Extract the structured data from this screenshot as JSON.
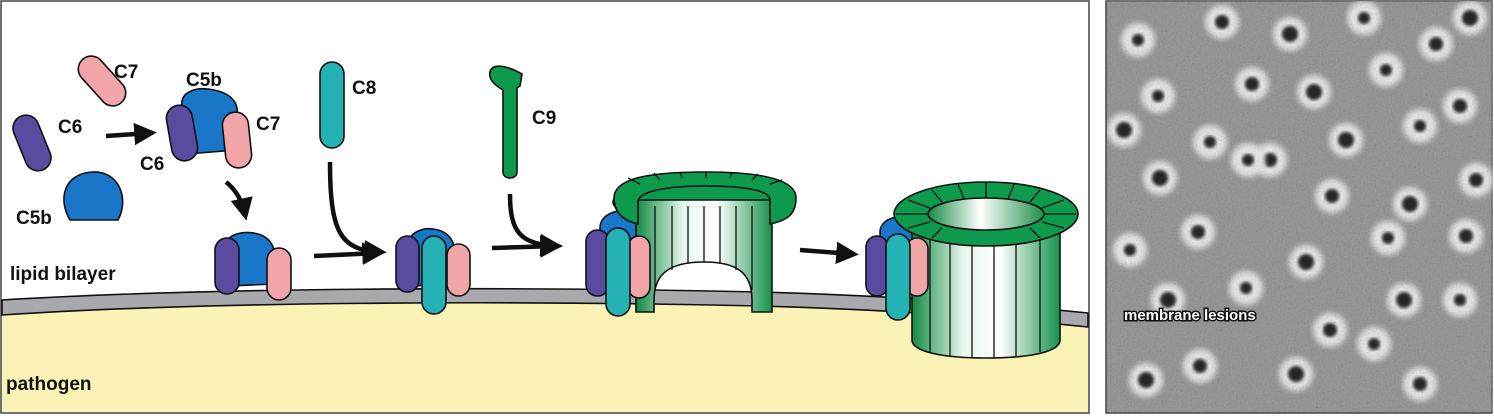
{
  "labels": {
    "c7_free": "C7",
    "c6_free": "C6",
    "c5b_free": "C5b",
    "c5b_complex": "C5b",
    "c6_complex": "C6",
    "c7_complex": "C7",
    "c8": "C8",
    "c9": "C9",
    "lipid_bilayer": "lipid bilayer",
    "pathogen": "pathogen",
    "membrane_lesions": "membrane lesions"
  },
  "colors": {
    "c5b": "#1a76c9",
    "c6": "#5a4aa0",
    "c7": "#f2a5a8",
    "c8": "#25b2b4",
    "c9": "#0e9a4c",
    "membrane": "#a8a9ad",
    "pathogen": "#fbf3b6",
    "micrograph": "#9a9a9a"
  }
}
